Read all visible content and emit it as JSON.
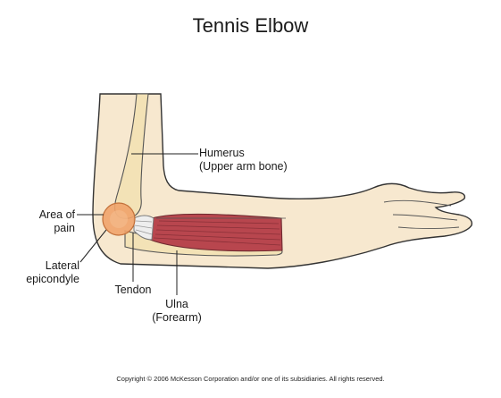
{
  "title": "Tennis Elbow",
  "labels": {
    "humerus": "Humerus",
    "humerus_note": "(Upper arm bone)",
    "area_of": "Area of",
    "pain": "pain",
    "lateral": "Lateral",
    "epicondyle": "epicondyle",
    "tendon": "Tendon",
    "ulna": "Ulna",
    "ulna_note": "(Forearm)"
  },
  "copyright": "Copyright © 2006 McKesson Corporation and/or one of its subsidiaries.  All rights reserved.",
  "colors": {
    "skin": "#f7e8cf",
    "bone": "#f3e2b6",
    "muscle": "#b8464e",
    "pain": "#f0a36a",
    "outline": "#333333"
  }
}
